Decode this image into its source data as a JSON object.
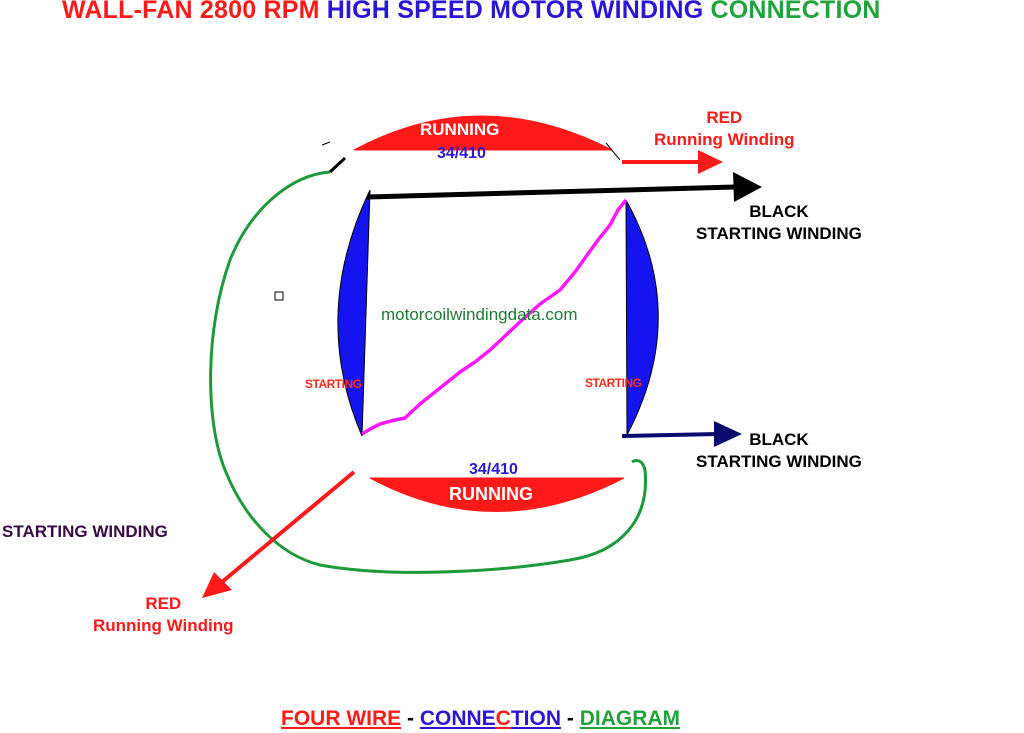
{
  "title": {
    "part1": "WALL-FAN 2800 RPM",
    "part2": "HIGH SPEED MOTOR WINDING",
    "part3": "CONNECTION"
  },
  "coils": {
    "top_running": {
      "label": "RUNNING",
      "turns": "34/410"
    },
    "bottom_running": {
      "label": "RUNNING",
      "turns": "34/410"
    },
    "left_starting": {
      "label": "STARTING"
    },
    "right_starting": {
      "label": "STARTING"
    }
  },
  "wires": {
    "top_red": {
      "line1": "RED",
      "line2": "Running Winding"
    },
    "top_black": {
      "line1": "BLACK",
      "line2": "STARTING WINDING"
    },
    "bottom_black": {
      "line1": "BLACK",
      "line2": "STARTING WINDING"
    },
    "bottom_red": {
      "line1": "RED",
      "line2": "Running Winding"
    },
    "left_note": "STARTING WINDING"
  },
  "watermark": "motorcoilwindingdata.com",
  "footer": {
    "w1": "FOUR WIRE",
    "sep1": " - ",
    "w2a": "CONNE",
    "w2b": "C",
    "w2c": "TION",
    "sep2": " - ",
    "w3": "DIAGRAM"
  },
  "colors": {
    "running": "#ff1a1a",
    "starting": "#1414f0",
    "loop_wire": "#1e9a3a",
    "jumper": "#ff18ff",
    "black_wire": "#000000",
    "navy_wire": "#0b0b6e"
  }
}
